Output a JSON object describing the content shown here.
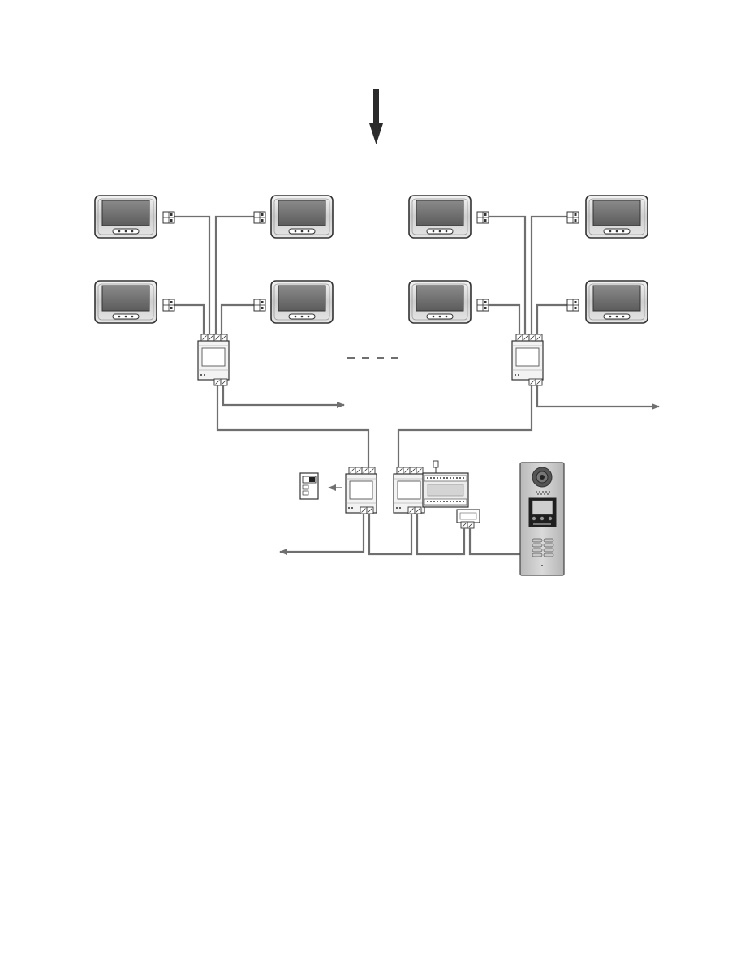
{
  "diagram": {
    "accent": "#6f6f6f",
    "icons": {
      "flow_arrow": "down-arrow-icon",
      "monitor": "video-monitor-icon",
      "distributor": "video-distributor-icon",
      "door_station": "outdoor-door-station-icon",
      "power_supply": "power-supply-icon",
      "switch_unit": "switch-unit-icon"
    },
    "monitor_groups": [
      "left-group",
      "right-group"
    ],
    "monitors_per_group": 4
  }
}
